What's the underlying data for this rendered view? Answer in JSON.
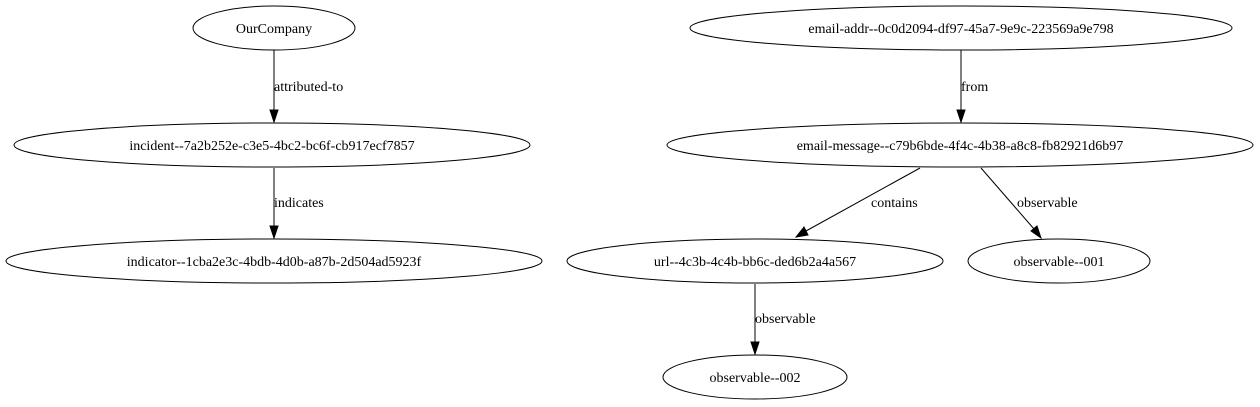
{
  "nodes": {
    "ourcompany": "OurCompany",
    "incident": "incident--7a2b252e-c3e5-4bc2-bc6f-cb917ecf7857",
    "indicator": "indicator--1cba2e3c-4bdb-4d0b-a87b-2d504ad5923f",
    "email_addr": "email-addr--0c0d2094-df97-45a7-9e9c-223569a9e798",
    "email_message": "email-message--c79b6bde-4f4c-4b38-a8c8-fb82921d6b97",
    "url": "url--4c3b-4c4b-bb6c-ded6b2a4a567",
    "observable_001": "observable--001",
    "observable_002": "observable--002"
  },
  "edges": {
    "attributed_to": "attributed-to",
    "indicates": "indicates",
    "from": "from",
    "contains": "contains",
    "observable_msg": "observable",
    "observable_url": "observable"
  }
}
